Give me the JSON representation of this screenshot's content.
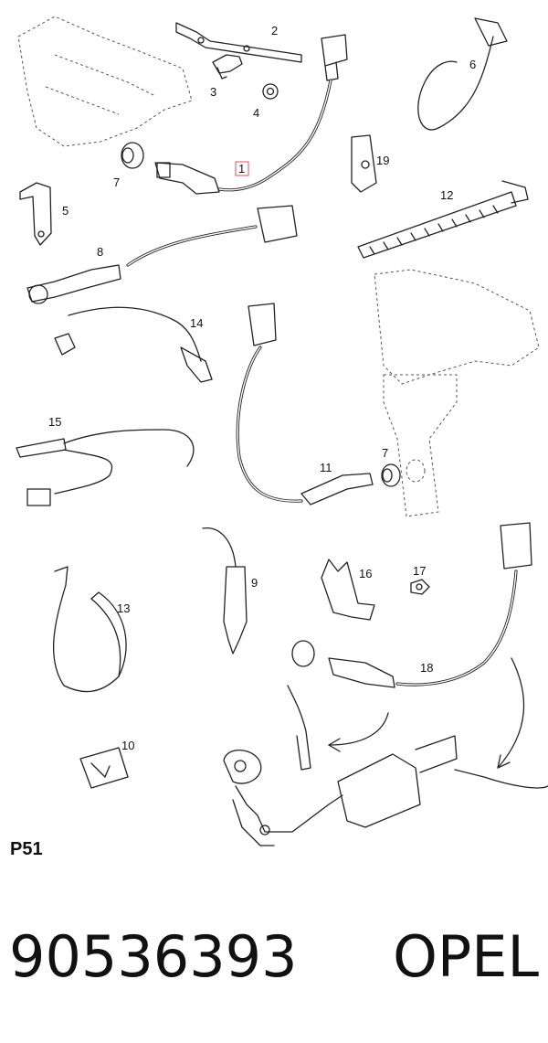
{
  "callouts": {
    "c1": "1",
    "c2": "2",
    "c3": "3",
    "c4": "4",
    "c5": "5",
    "c6": "6",
    "c7a": "7",
    "c7b": "7",
    "c8": "8",
    "c9": "9",
    "c10": "10",
    "c11": "11",
    "c12": "12",
    "c13": "13",
    "c14": "14",
    "c15": "15",
    "c16": "16",
    "c17": "17",
    "c18": "18",
    "c19": "19"
  },
  "highlight_color": "#e05060",
  "page_label": "P51",
  "footer": {
    "part_number": "90536393",
    "brand": "OPEL"
  }
}
